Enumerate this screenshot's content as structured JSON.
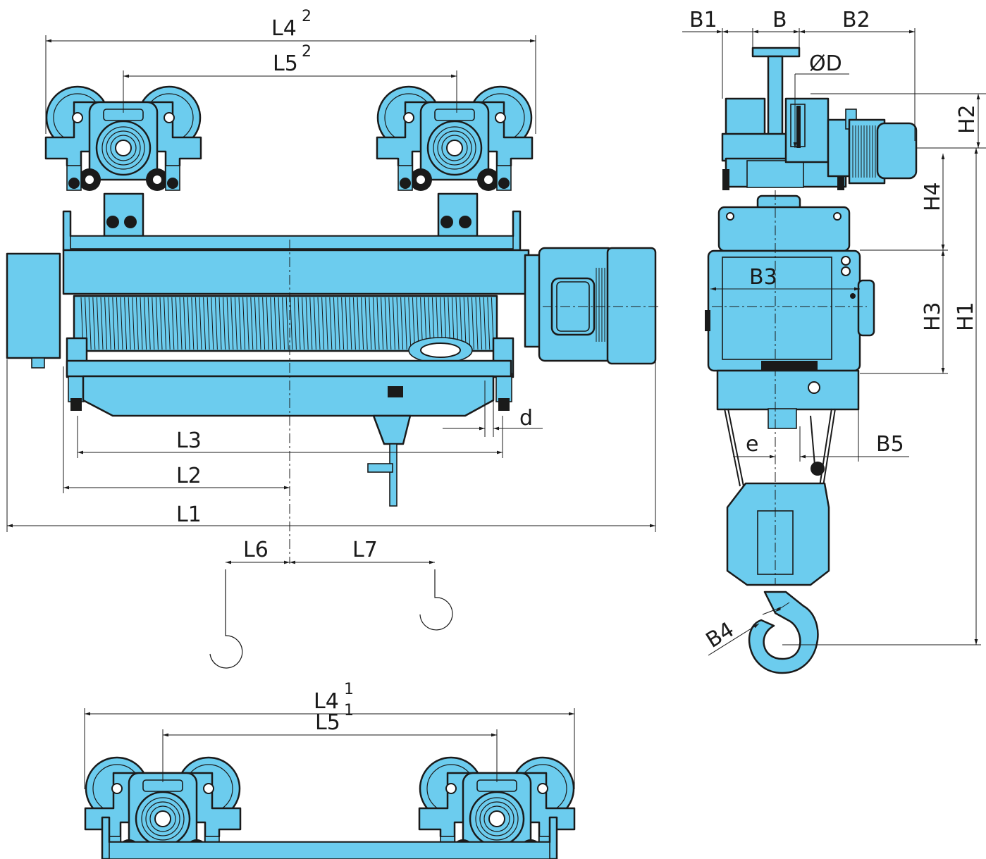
{
  "labels": {
    "L4_top": "L4",
    "L4_top_sup": "2",
    "L5_top": "L5",
    "L5_top_sup": "2",
    "L4_bottom": "L4",
    "L4_bottom_sup": "1",
    "L5_bottom": "L5",
    "L5_bottom_sup": "1",
    "L1": "L1",
    "L2": "L2",
    "L3": "L3",
    "L6": "L6",
    "L7": "L7",
    "d": "d",
    "B1": "B1",
    "B": "B",
    "B2": "B2",
    "B3": "B3",
    "B4": "B4",
    "B5": "B5",
    "D": "ØD",
    "e": "e",
    "H1": "H1",
    "H2": "H2",
    "H3": "H3",
    "H4": "H4"
  },
  "colors": {
    "body": "#6cccee",
    "outline": "#1a1a1a",
    "background": "#ffffff"
  }
}
